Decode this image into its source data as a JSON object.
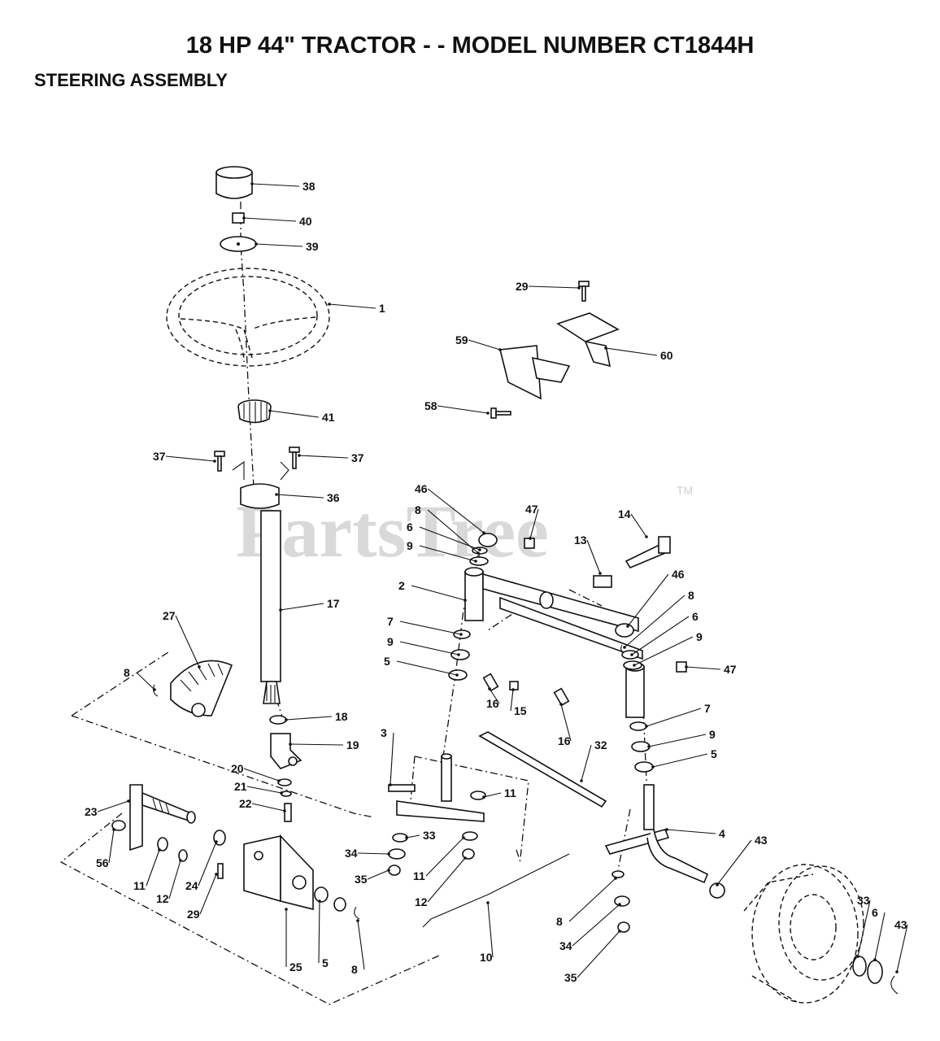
{
  "title": "18 HP 44\" TRACTOR - - MODEL NUMBER CT1844H",
  "subtitle": "STEERING ASSEMBLY",
  "watermark": {
    "text": "PartsTree",
    "trademark": "TM"
  },
  "callouts": [
    {
      "n": "38"
    },
    {
      "n": "40"
    },
    {
      "n": "39"
    },
    {
      "n": "1"
    },
    {
      "n": "29"
    },
    {
      "n": "59"
    },
    {
      "n": "60"
    },
    {
      "n": "58"
    },
    {
      "n": "41"
    },
    {
      "n": "37"
    },
    {
      "n": "37"
    },
    {
      "n": "36"
    },
    {
      "n": "46"
    },
    {
      "n": "8"
    },
    {
      "n": "6"
    },
    {
      "n": "9"
    },
    {
      "n": "47"
    },
    {
      "n": "14"
    },
    {
      "n": "13"
    },
    {
      "n": "2"
    },
    {
      "n": "46"
    },
    {
      "n": "8"
    },
    {
      "n": "6"
    },
    {
      "n": "9"
    },
    {
      "n": "17"
    },
    {
      "n": "7"
    },
    {
      "n": "9"
    },
    {
      "n": "5"
    },
    {
      "n": "47"
    },
    {
      "n": "16"
    },
    {
      "n": "15"
    },
    {
      "n": "16"
    },
    {
      "n": "27"
    },
    {
      "n": "8"
    },
    {
      "n": "18"
    },
    {
      "n": "19"
    },
    {
      "n": "3"
    },
    {
      "n": "7"
    },
    {
      "n": "9"
    },
    {
      "n": "5"
    },
    {
      "n": "32"
    },
    {
      "n": "20"
    },
    {
      "n": "21"
    },
    {
      "n": "22"
    },
    {
      "n": "11"
    },
    {
      "n": "23"
    },
    {
      "n": "4"
    },
    {
      "n": "33"
    },
    {
      "n": "43"
    },
    {
      "n": "34"
    },
    {
      "n": "11"
    },
    {
      "n": "56"
    },
    {
      "n": "35"
    },
    {
      "n": "12"
    },
    {
      "n": "11"
    },
    {
      "n": "12"
    },
    {
      "n": "24"
    },
    {
      "n": "29"
    },
    {
      "n": "33"
    },
    {
      "n": "6"
    },
    {
      "n": "43"
    },
    {
      "n": "8"
    },
    {
      "n": "34"
    },
    {
      "n": "10"
    },
    {
      "n": "25"
    },
    {
      "n": "5"
    },
    {
      "n": "8"
    },
    {
      "n": "35"
    }
  ]
}
